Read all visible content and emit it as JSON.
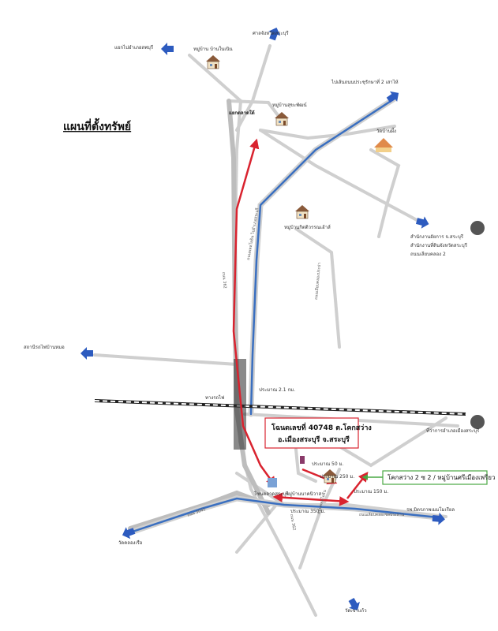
{
  "title": "แผนที่ตั้งทรัพย์",
  "places": {
    "lopburi": "แยกไปอำเภอลพบุรี",
    "ban_noen": "หมู่บ้าน บ้านในเนิน",
    "court": "ศาลจังหวัดสระบุรี",
    "intersection": "แยกตลาดใต้",
    "sukhapat": "หมู่บ้านสุขะพัฒน์",
    "depot": "ไปเส้นถนนประชุรักษาที่ 2 เสาไห้",
    "temple": "วัดบ้านผึ้ง",
    "kittiwan": "หมู่บ้านกิตติวรรณเฮ้าส์",
    "office1": "สำนักงานอัยการ จ.สระบุรี",
    "office2": "สำนักงานที่ดินจังหวัดสระบุรี",
    "office3": "ถนนเลียบคลอง 2",
    "station": "สถานีรถไฟบ้านหมอ",
    "railway": "ทางรถไฟ",
    "district": "ที่ว่าการอำเภอเมืองสระบุรี",
    "market": "โซนตลาดสระบุรี",
    "bannakorn": "หมู่บ้านนาคนิวาส",
    "bkk": "รพ.มิตรภาพเมมโมเรียล",
    "cheng": "วัดคลองเรือ",
    "sri": "วัดเขาแก้ว"
  },
  "roads": {
    "r1": "ถนน 362",
    "r2": "ถนนพหลโยธิน ไปอำเภอสระบุรี",
    "r3": "ถนนเลียบคลองประปา",
    "r4": "ถนน 3041",
    "r5": "ถนนเลียบคลองชลประทาน",
    "r6": "ถนน 362",
    "r7": "ถนนพหลโยธิน"
  },
  "distances": {
    "d1": "ประมาณ 2.1 กม.",
    "d2": "ประมาณ 50 ม.",
    "d3": "ประมาณ 250 ม.",
    "d4": "ประมาณ 150 ม.",
    "d5": "ประมาณ 350 ม."
  },
  "property_box": {
    "line1": "โฉนดเลขที่ 40748  ต.โคกสว่าง",
    "line2": "อ.เมืองสระบุรี  จ.สระบุรี"
  },
  "green_box": "โคกสว่าง 2 ซ 2 / หมู่บ้านศรีเมืองเพรียว",
  "colors": {
    "route": "#d9232f",
    "highway": "#3a6fc0",
    "road": "#c8c8c8",
    "arrow": "#2d5bbf",
    "green": "#49a843"
  }
}
